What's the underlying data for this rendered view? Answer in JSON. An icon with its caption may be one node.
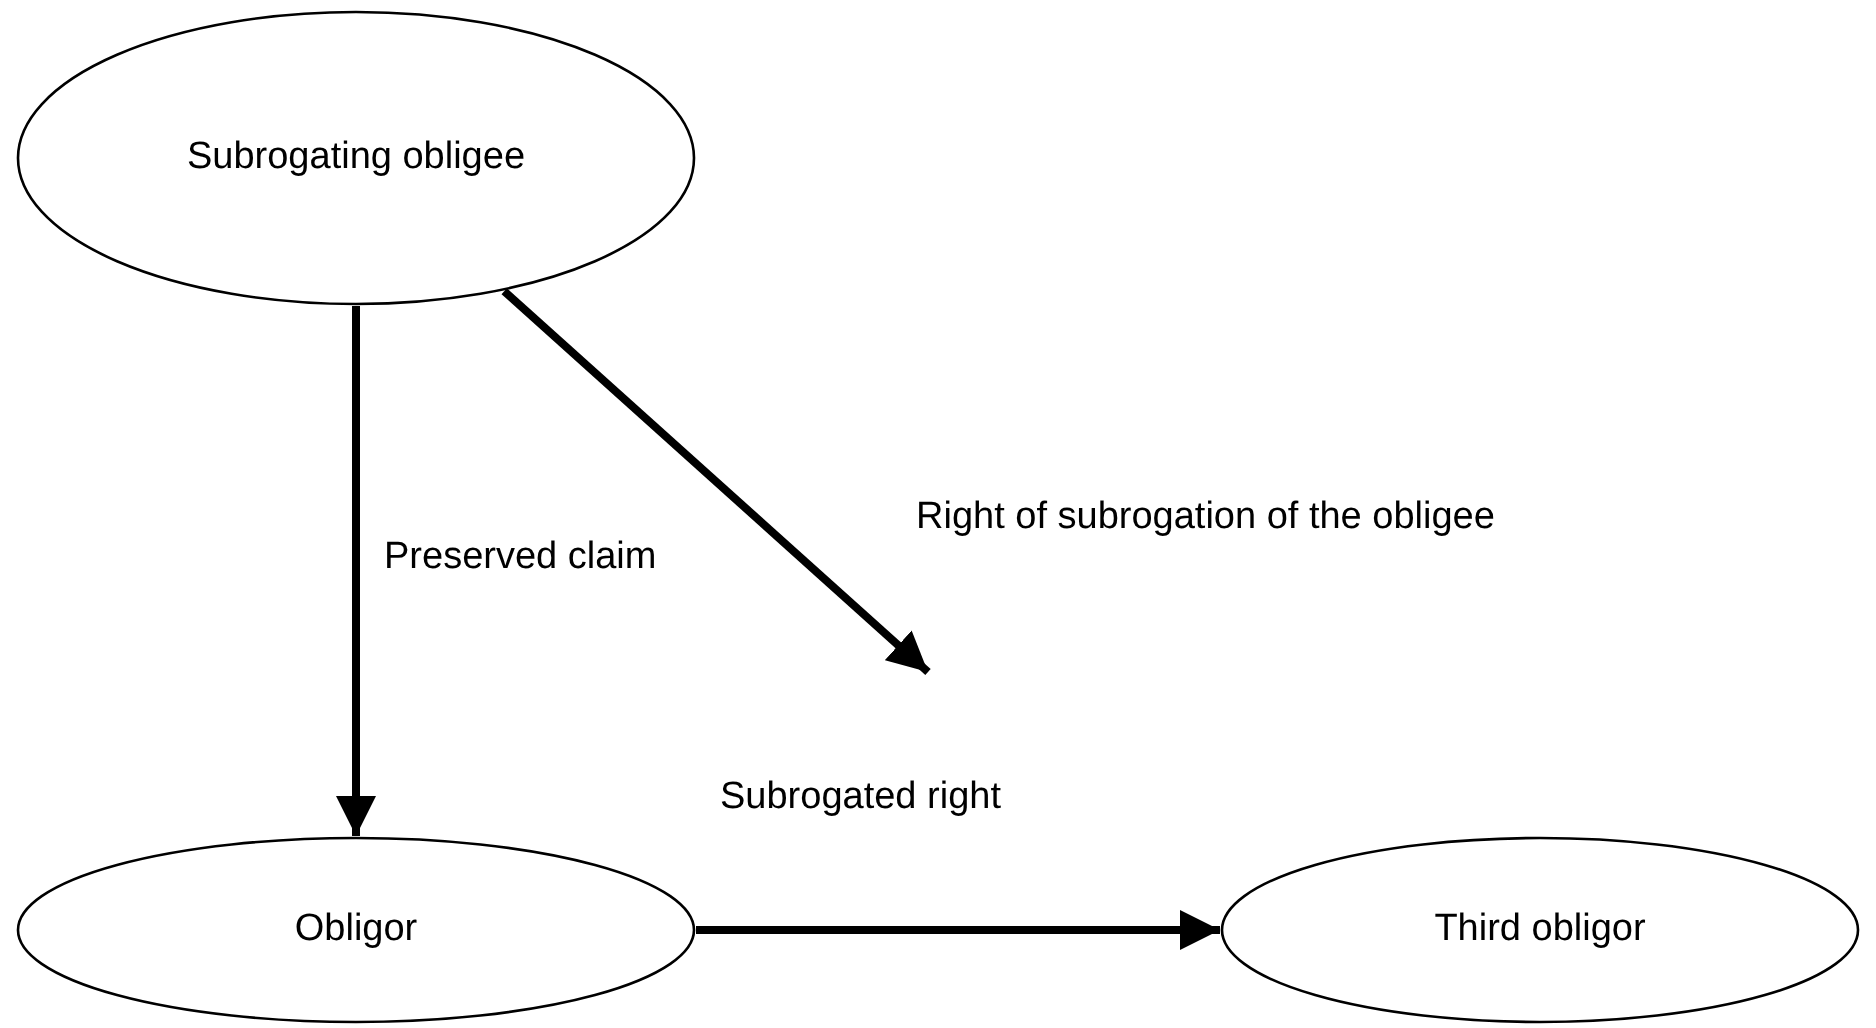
{
  "diagram": {
    "nodes": [
      {
        "text": [
          "Subrogating obligee"
        ]
      },
      {
        "text": [
          "Obligor"
        ]
      },
      {
        "text": [
          "Third obligor"
        ]
      }
    ],
    "edges": [
      {
        "from": 0,
        "to": 1,
        "arrow": "to",
        "label": "Preserved claim"
      },
      {
        "from": 1,
        "to": 2,
        "arrow": "to",
        "label": "Subrogated right"
      },
      {
        "from": 0,
        "to": null,
        "arrow": "to",
        "label": "Right of subrogation of the obligee"
      }
    ]
  }
}
